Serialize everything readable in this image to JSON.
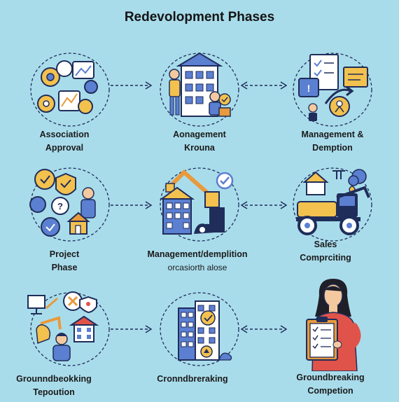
{
  "title": "Redevolopment Phases",
  "colors": {
    "background": "#a9dceb",
    "navy": "#1f2d5a",
    "blue": "#5b7fd1",
    "yellow": "#f2c14e",
    "orange": "#e89a3c",
    "skin": "#f4c9a0",
    "red": "#e0534a"
  },
  "phases": [
    {
      "icon": "association-approval-icon",
      "line1": "Association",
      "line2": "Approval"
    },
    {
      "icon": "management-building-icon",
      "line1": "Aonagement",
      "line2": "Krouna"
    },
    {
      "icon": "documents-contract-icon",
      "line1": "Management &",
      "line2": "Demption"
    },
    {
      "icon": "project-planning-icon",
      "line1": "Project",
      "line2": "Phase"
    },
    {
      "icon": "demolition-crane-icon",
      "line1": "Management/demplition",
      "line2": "orcasiorth alose"
    },
    {
      "icon": "excavator-machinery-icon",
      "line1": "Sales",
      "line2": "Comprciting"
    },
    {
      "icon": "groundbreaking-team-icon",
      "line1": "Grounndbeokking",
      "line2": "Tepoution"
    },
    {
      "icon": "new-building-icon",
      "line1": "Cronndbreraking",
      "line2": ""
    },
    {
      "icon": "woman-clipboard-icon",
      "line1": "Groundbreaking",
      "line2": "Competion"
    }
  ]
}
